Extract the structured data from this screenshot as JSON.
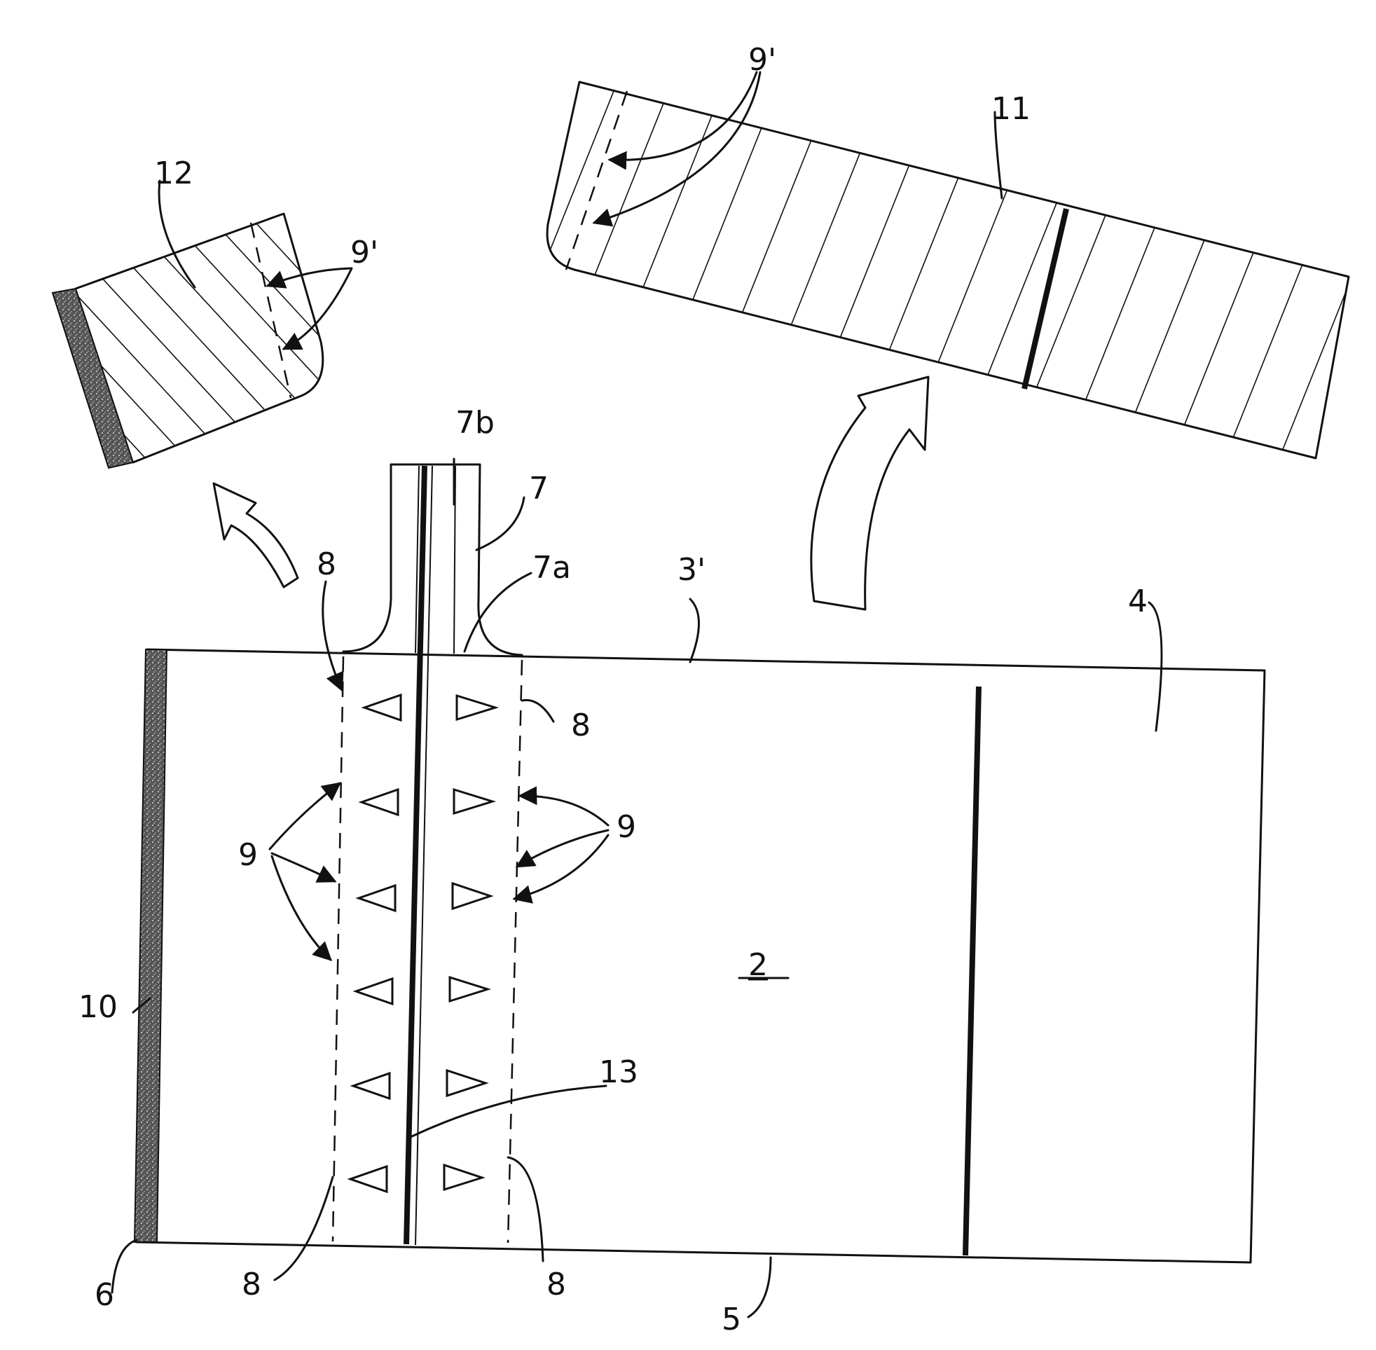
{
  "figure": {
    "labels": {
      "main_part": "2",
      "upper_edge": "3'",
      "right_region": "4",
      "lower_edge": "5",
      "left_edge": "6",
      "strip": "7",
      "strip_base": "7a",
      "strip_top": "7b",
      "dashed_line_upper_left": "8",
      "dashed_line_upper_right": "8",
      "dashed_line_lower_left": "8",
      "dashed_line_lower_right": "8",
      "marks_left": "9",
      "marks_right": "9",
      "edge_band": "10",
      "large_section": "11",
      "small_section": "12",
      "center_line": "13",
      "marks_small_section": "9'",
      "marks_large_section": "9'"
    }
  }
}
